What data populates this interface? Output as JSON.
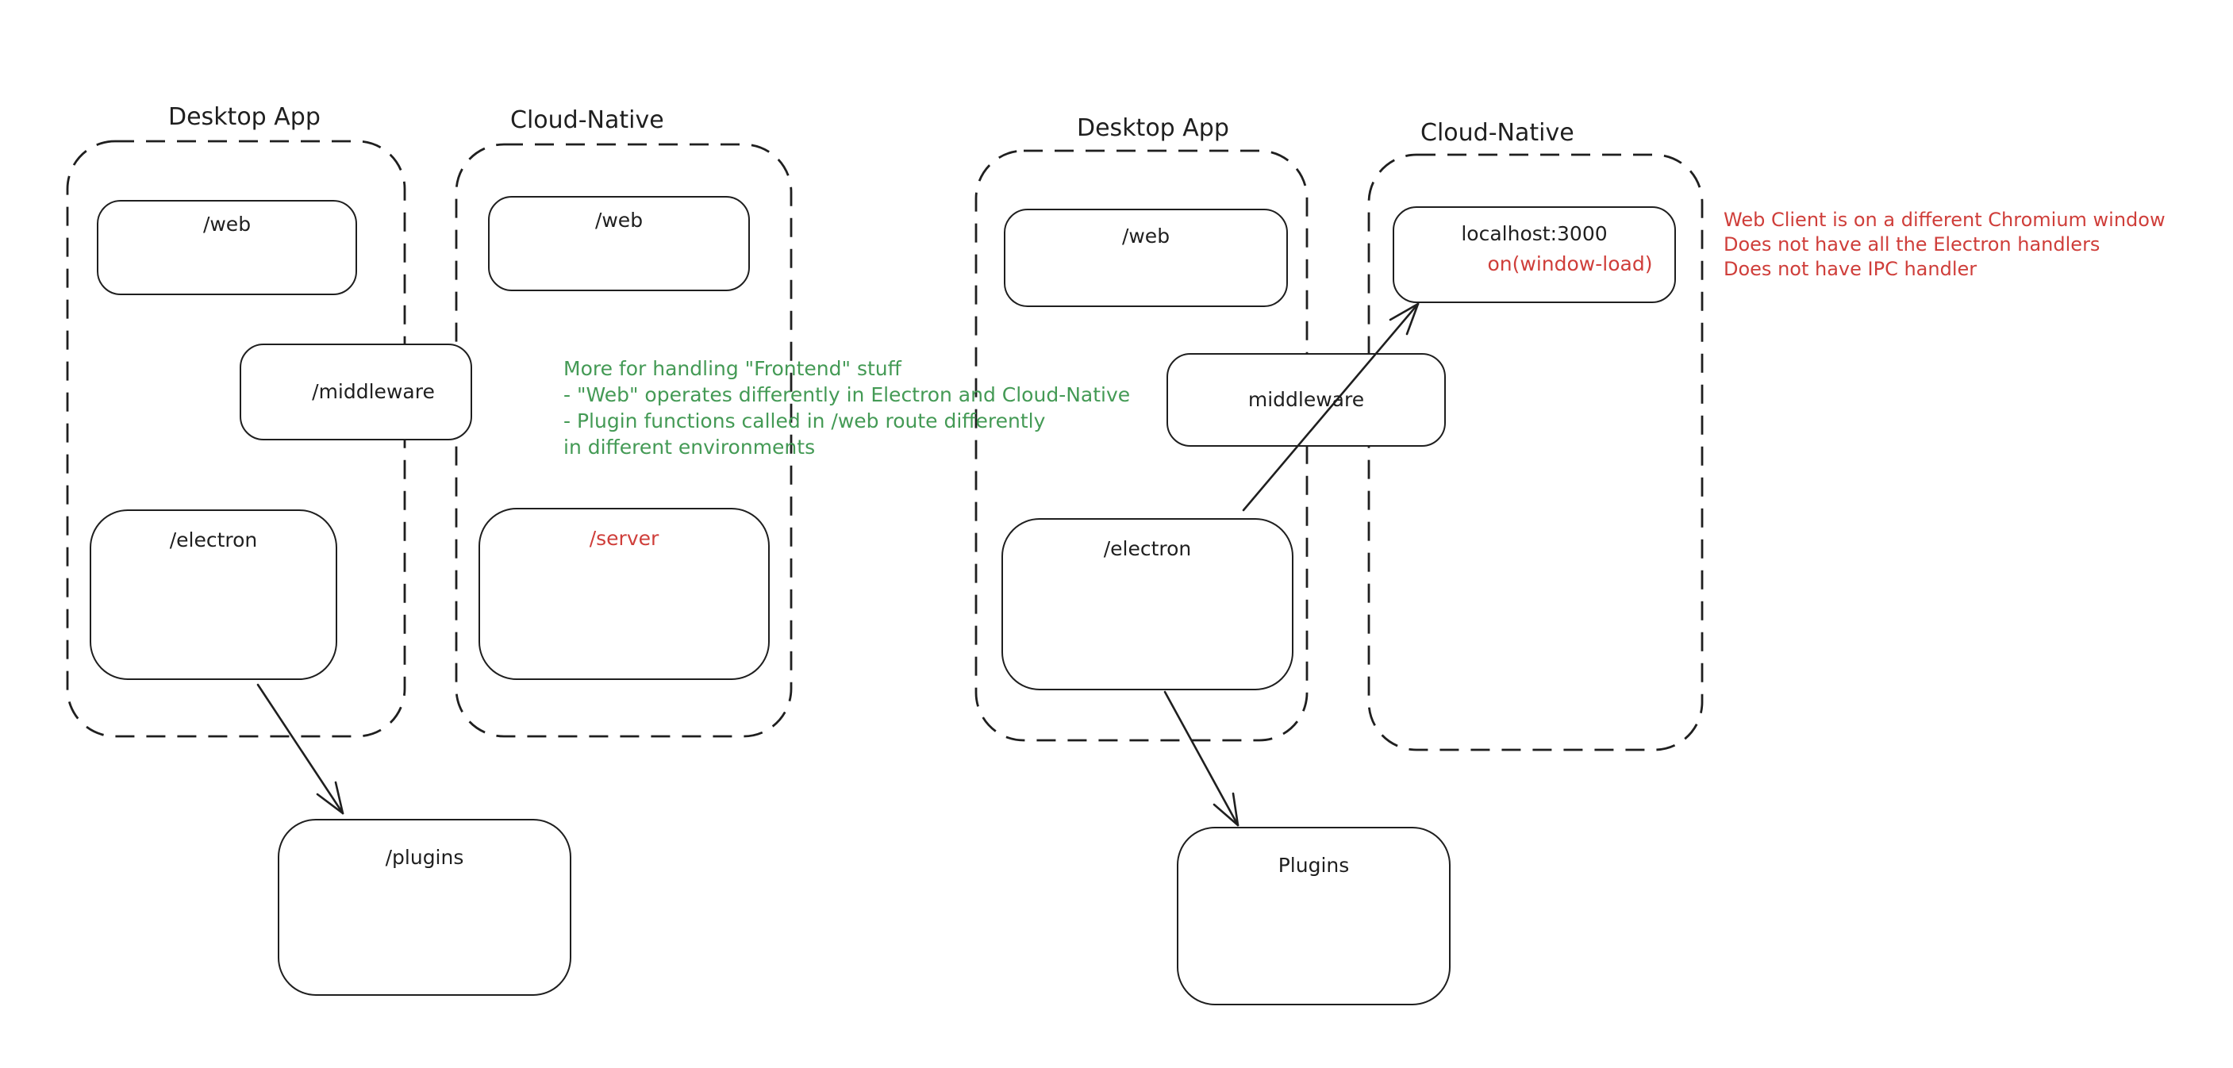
{
  "colors": {
    "ink": "#1f1f1f",
    "red": "#cf3e3a",
    "green": "#449a55",
    "background": "#ffffff"
  },
  "left_diagram": {
    "desktop_container_title": "Desktop App",
    "cloud_container_title": "Cloud-Native",
    "web_desktop_label": "/web",
    "web_cloud_label": "/web",
    "middleware_label": "/middleware",
    "electron_label": "/electron",
    "server_label": "/server",
    "plugins_label": "/plugins",
    "green_note_lines": [
      "More for handling \"Frontend\" stuff",
      "- \"Web\" operates differently in Electron and Cloud-Native",
      "- Plugin functions called in /web route differently",
      "in different environments"
    ]
  },
  "right_diagram": {
    "desktop_container_title": "Desktop App",
    "cloud_container_title": "Cloud-Native",
    "web_label": "/web",
    "middleware_label": "middleware",
    "electron_label": "/electron",
    "localhost_label": "localhost:3000",
    "localhost_sub_label": "on(window-load)",
    "plugins_label": "Plugins",
    "red_note_lines": [
      "Web Client is on a different Chromium window",
      "Does not have all the Electron handlers",
      "Does not have IPC handler"
    ]
  }
}
